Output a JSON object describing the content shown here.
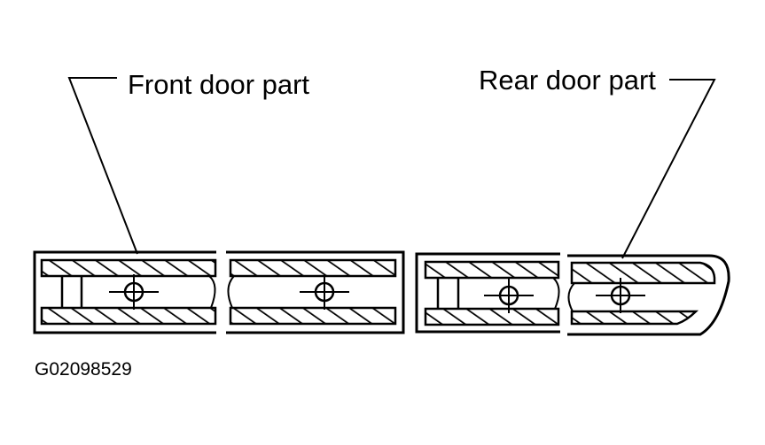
{
  "labels": {
    "front_door_part": "Front door part",
    "rear_door_part": "Rear door part",
    "figure_code": "G02098529"
  },
  "colors": {
    "line": "#000000",
    "background": "#ffffff"
  }
}
